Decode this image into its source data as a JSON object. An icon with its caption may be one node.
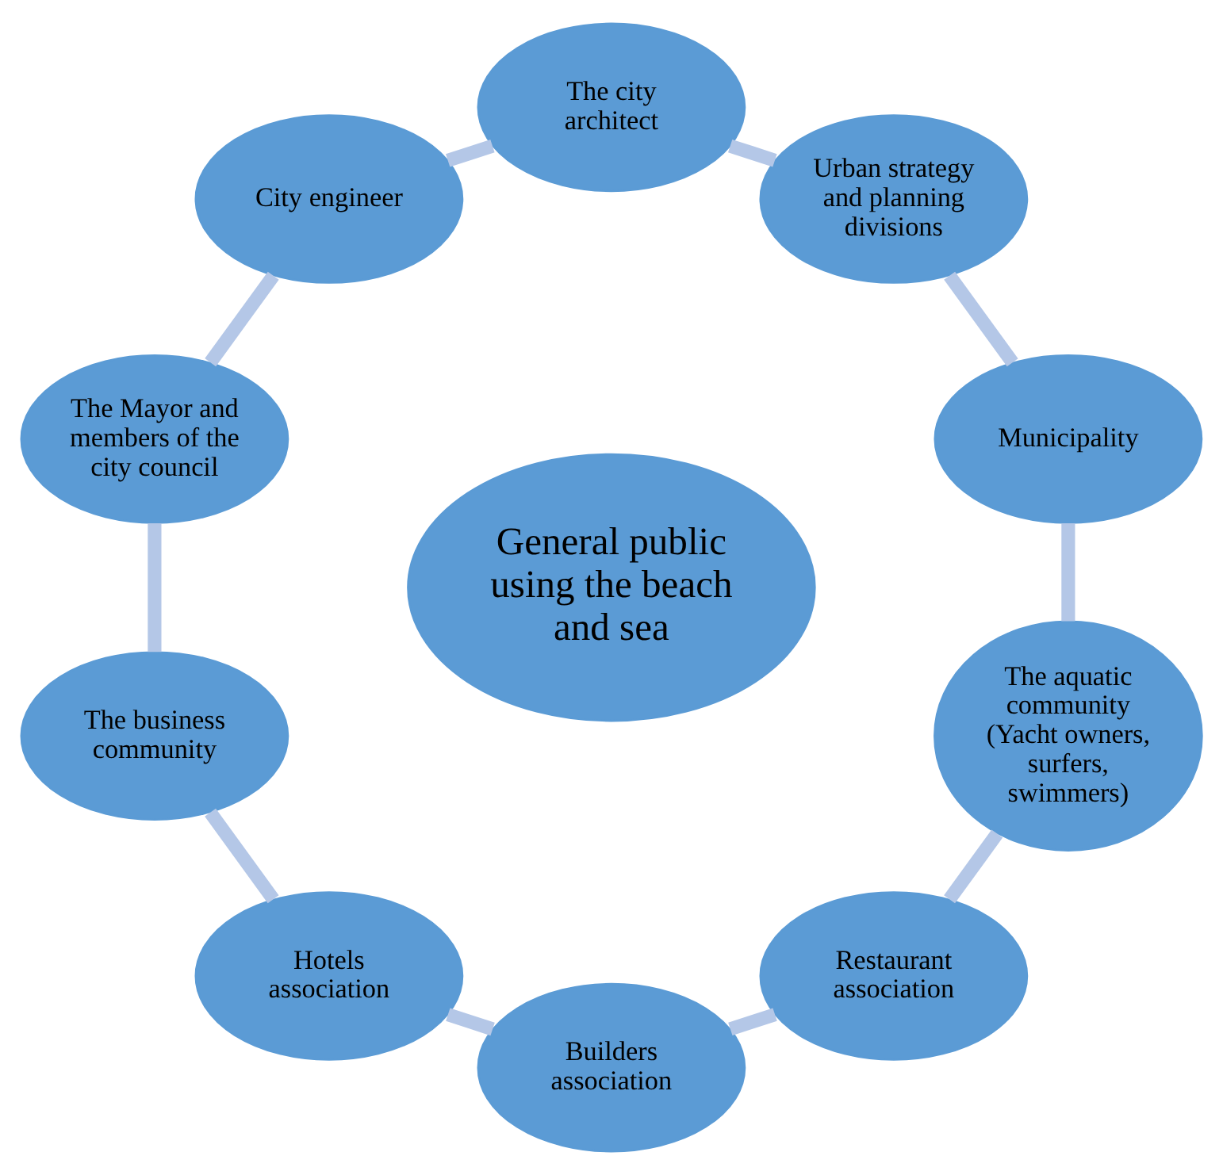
{
  "diagram": {
    "nodes": [
      {
        "text": [
          "General public using the beach and sea"
        ]
      },
      {
        "text": [
          "Municipality"
        ]
      },
      {
        "text": [
          "Urban strategy and planning divisions"
        ]
      },
      {
        "text": [
          "The city architect"
        ]
      },
      {
        "text": [
          "City engineer"
        ]
      },
      {
        "text": [
          "The Mayor and members of the city council"
        ]
      },
      {
        "text": [
          "The business community"
        ]
      },
      {
        "text": [
          "Hotels association"
        ]
      },
      {
        "text": [
          "Builders association"
        ]
      },
      {
        "text": [
          "Restaurant association"
        ]
      },
      {
        "text": [
          "The aquatic community (Yacht owners, surfers, swimmers)"
        ]
      }
    ],
    "edges": [
      {
        "from": 1,
        "to": 2,
        "arrow": "none"
      },
      {
        "from": 2,
        "to": 3,
        "arrow": "none"
      },
      {
        "from": 3,
        "to": 4,
        "arrow": "none"
      },
      {
        "from": 4,
        "to": 5,
        "arrow": "none"
      },
      {
        "from": 5,
        "to": 6,
        "arrow": "none"
      },
      {
        "from": 6,
        "to": 7,
        "arrow": "none"
      },
      {
        "from": 7,
        "to": 8,
        "arrow": "none"
      },
      {
        "from": 8,
        "to": 9,
        "arrow": "none"
      },
      {
        "from": 9,
        "to": 10,
        "arrow": "none"
      },
      {
        "from": 10,
        "to": 1,
        "arrow": "none"
      }
    ]
  }
}
